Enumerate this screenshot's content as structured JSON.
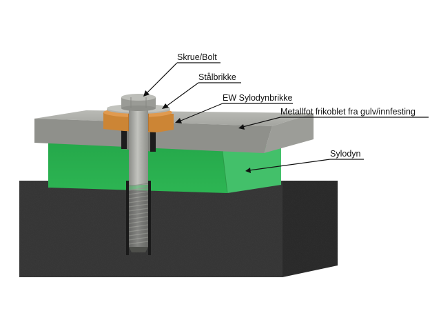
{
  "labels": {
    "screw": "Skrue/Bolt",
    "steel_washer": "Stålbrikke",
    "ew_washer": "EW Sylodynbrikke",
    "metal_foot": "Metallfot frikoblet fra gulv/innfesting",
    "sylodyn": "Sylodyn"
  },
  "colors": {
    "concrete": "#3a3a3a",
    "sylodyn_green": "#2fb053",
    "steel_plate": "#a8a9a4",
    "ew_washer": "#d08a3c",
    "bolt": "#a6a7a2"
  }
}
